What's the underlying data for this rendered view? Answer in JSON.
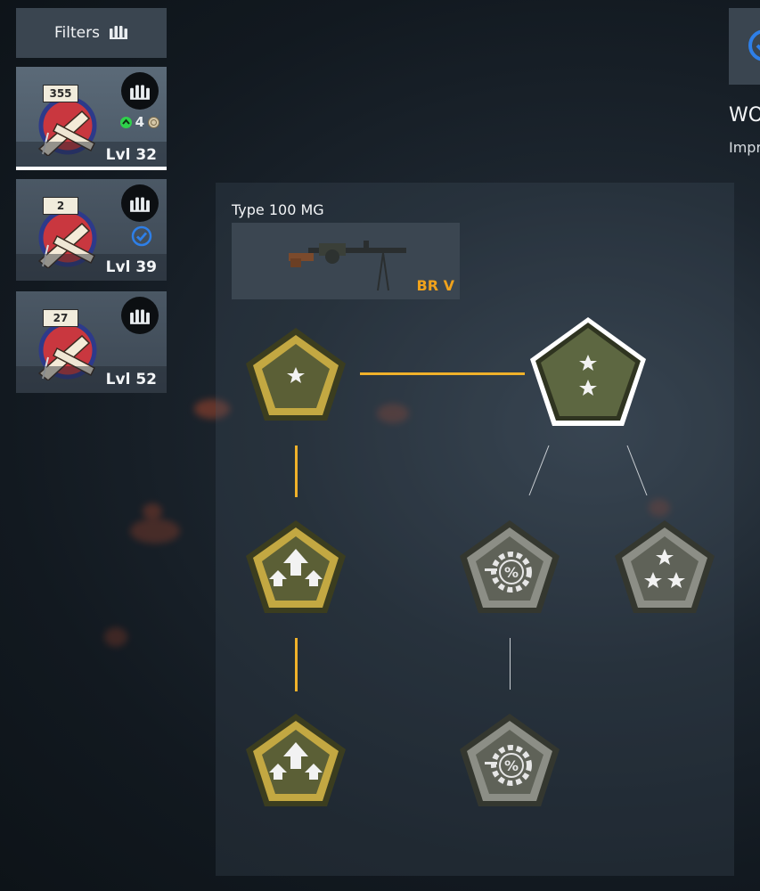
{
  "sidebar": {
    "filters_label": "Filters",
    "filter_icon": "ammo-icon",
    "soldiers": [
      {
        "rank": "355",
        "level": "Lvl 32",
        "perk_points": "4",
        "selected": true
      },
      {
        "rank": "2",
        "level": "Lvl 39",
        "ready": true
      },
      {
        "rank": "27",
        "level": "Lvl 52"
      }
    ]
  },
  "right_edge": {
    "title": "WO",
    "subtitle": "Impr"
  },
  "weapon": {
    "name": "Type 100 MG",
    "battle_rating": "BR V"
  },
  "tree": {
    "nodes": [
      {
        "id": "rank1",
        "icon": "star-1-icon",
        "state": "unlocked"
      },
      {
        "id": "rank2",
        "icon": "star-2-icon",
        "state": "selected"
      },
      {
        "id": "upgrade1",
        "icon": "arrows-up-icon",
        "state": "unlocked"
      },
      {
        "id": "discount1",
        "icon": "gear-percent-icon",
        "state": "locked"
      },
      {
        "id": "rank3",
        "icon": "star-3-icon",
        "state": "locked"
      },
      {
        "id": "upgrade2",
        "icon": "arrows-up-icon",
        "state": "unlocked"
      },
      {
        "id": "discount2",
        "icon": "gear-percent-icon",
        "state": "locked"
      }
    ]
  },
  "colors": {
    "accent_gold": "#f0b12a",
    "check_blue": "#2e7fe8",
    "perk_green": "#2fd14b",
    "br_orange": "#f0a21c"
  }
}
